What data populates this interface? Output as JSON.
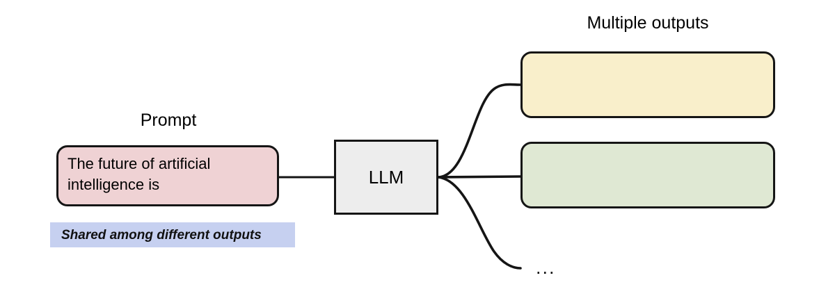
{
  "diagram": {
    "title_right": "Multiple outputs",
    "prompt": {
      "label": "Prompt",
      "text": "The future of artificial intelligence is",
      "fill": "#efd2d4"
    },
    "shared_banner": {
      "text": "Shared among different outputs",
      "fill": "#c6d0f0"
    },
    "model": {
      "label": "LLM",
      "fill": "#ededed"
    },
    "outputs": [
      {
        "label": "",
        "fill": "#f9efcb"
      },
      {
        "label": "",
        "fill": "#dfe8d3"
      }
    ],
    "ellipsis": "...",
    "stroke": "#151515",
    "background": "#ffffff"
  }
}
